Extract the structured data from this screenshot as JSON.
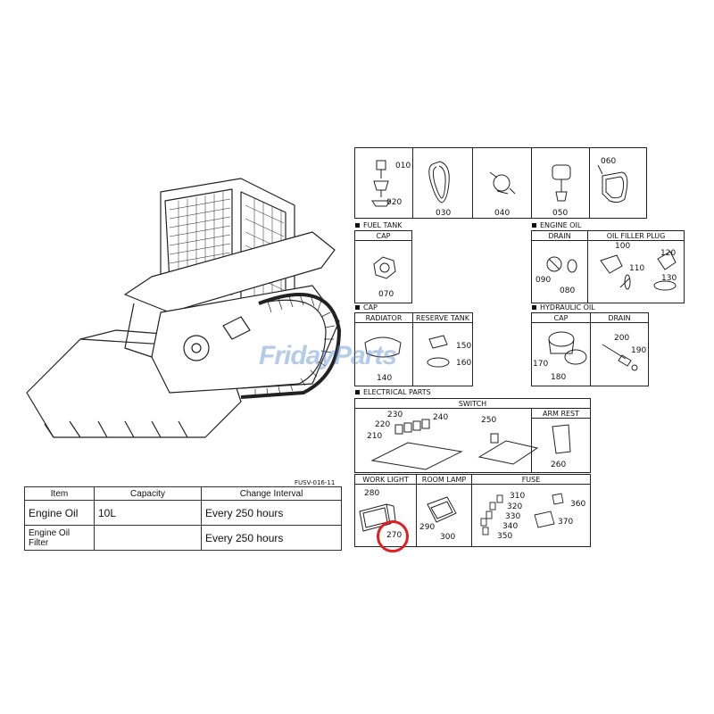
{
  "figure_code": "FUSV-016-11",
  "watermark": "FridayParts",
  "spec_table": {
    "headers": [
      "Item",
      "Capacity",
      "Change Interval"
    ],
    "rows": [
      {
        "item": "Engine Oil",
        "capacity": "10L",
        "interval": "Every 250 hours"
      },
      {
        "item": "Engine Oil Filter",
        "capacity": "",
        "interval": "Every 250 hours"
      }
    ]
  },
  "sections": {
    "fuel_tank": "FUEL TANK",
    "engine_oil": "ENGINE OIL",
    "cap": "CAP",
    "hydraulic_oil": "HYDRAULIC OIL",
    "electrical_parts": "ELECTRICAL PARTS"
  },
  "headers": {
    "fuel_cap": "CAP",
    "drain": "DRAIN",
    "oil_filler_plug": "OIL FILLER PLUG",
    "radiator": "RADIATOR",
    "reserve_tank": "RESERVE TANK",
    "hyd_cap": "CAP",
    "hyd_drain": "DRAIN",
    "switch": "SWITCH",
    "arm_rest": "ARM REST",
    "work_light": "WORK LIGHT",
    "room_lamp": "ROOM LAMP",
    "fuse": "FUSE"
  },
  "parts": {
    "p010": "010",
    "p020": "020",
    "p030": "030",
    "p040": "040",
    "p050": "050",
    "p060": "060",
    "p070": "070",
    "p080": "080",
    "p090": "090",
    "p100": "100",
    "p110": "110",
    "p120": "120",
    "p130": "130",
    "p140": "140",
    "p150": "150",
    "p160": "160",
    "p170": "170",
    "p180": "180",
    "p190": "190",
    "p200": "200",
    "p210": "210",
    "p220": "220",
    "p230": "230",
    "p240": "240",
    "p250": "250",
    "p260": "260",
    "p270": "270",
    "p280": "280",
    "p290": "290",
    "p300": "300",
    "p310": "310",
    "p320": "320",
    "p330": "330",
    "p340": "340",
    "p350": "350",
    "p360": "360",
    "p370": "370"
  },
  "highlighted_part": "270",
  "colors": {
    "highlight": "#e02020",
    "watermark": "#5a8cd2",
    "line": "#222222"
  }
}
